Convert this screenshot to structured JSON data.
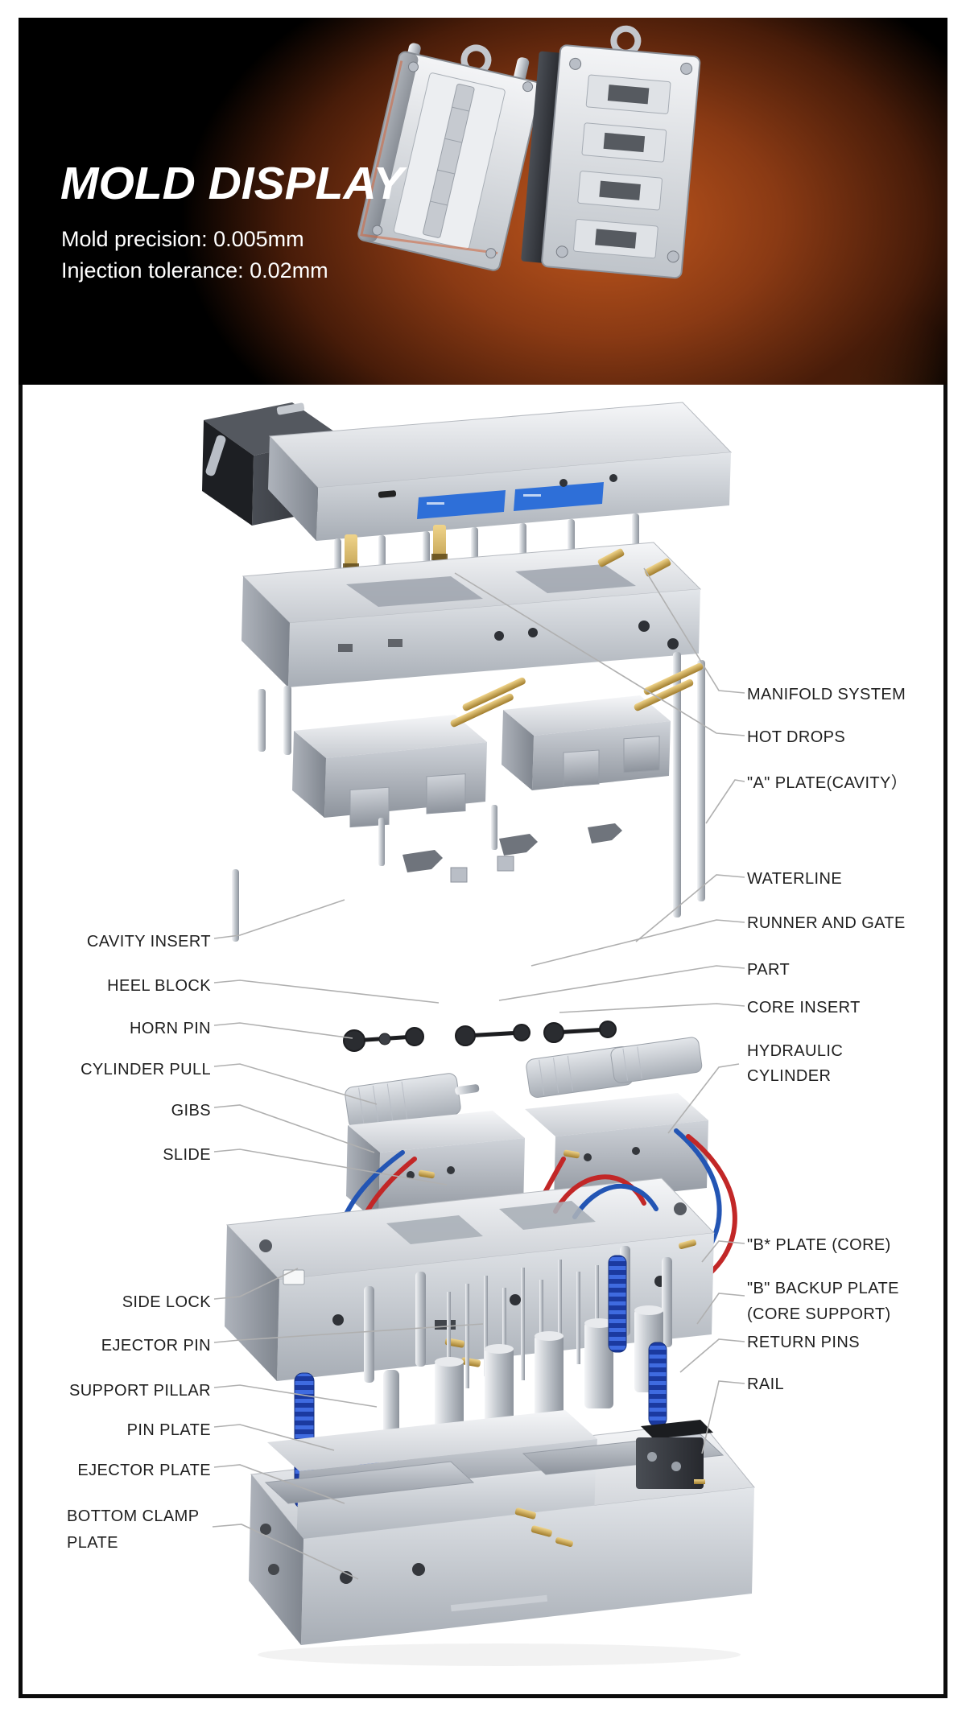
{
  "hero": {
    "title": "MOLD DISPLAY",
    "specs": [
      "Mold precision: 0.005mm",
      "Injection tolerance: 0.02mm"
    ]
  },
  "diagram": {
    "labels_right": [
      {
        "text": "MANIFOLD SYSTEM"
      },
      {
        "text": "HOT DROPS"
      },
      {
        "text": "\"A\" PLATE(CAVITY）"
      },
      {
        "text": "WATERLINE"
      },
      {
        "text": "RUNNER AND GATE"
      },
      {
        "text": "PART"
      },
      {
        "text": "CORE INSERT"
      },
      {
        "text": "HYDRAULIC CYLINDER"
      },
      {
        "text": "\"B* PLATE (CORE)"
      },
      {
        "text": "\"B\" BACKUP PLATE (CORE SUPPORT)"
      },
      {
        "text": "RETURN PINS"
      },
      {
        "text": "RAIL"
      }
    ],
    "labels_left": [
      {
        "text": "CAVITY INSERT"
      },
      {
        "text": "HEEL BLOCK"
      },
      {
        "text": "HORN PIN"
      },
      {
        "text": "CYLINDER PULL"
      },
      {
        "text": "GIBS"
      },
      {
        "text": "SLIDE"
      },
      {
        "text": "SIDE LOCK"
      },
      {
        "text": "EJECTOR PIN"
      },
      {
        "text": "SUPPORT PILLAR"
      },
      {
        "text": "PIN PLATE"
      },
      {
        "text": "EJECTOR PLATE"
      },
      {
        "text": "BOTTOM CLAMP PLATE"
      }
    ]
  },
  "colors": {
    "hero_background": "#000000",
    "hero_glow_orange": "#c0571d",
    "title_text": "#ffffff",
    "panel_background": "#ffffff",
    "frame_border": "#0c0c0c",
    "label_text": "#1f1f1f",
    "leader_line": "#b0b0b0",
    "metal_silver": "#c9cdd3",
    "brass_fitting": "#c9a24a",
    "hose_red": "#c22727",
    "hose_blue": "#2355b4",
    "spring_blue": "#3f6be0",
    "sticker_blue": "#2e6fd8",
    "connector_dark": "#34373d"
  }
}
